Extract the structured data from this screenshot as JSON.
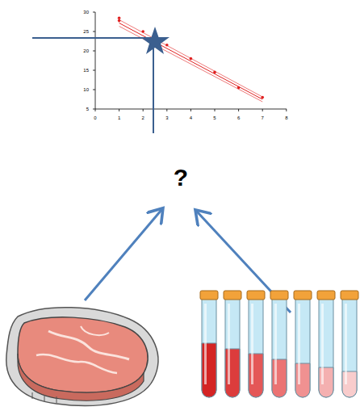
{
  "diagram": {
    "labels": [
      "30",
      "25",
      "20",
      "15",
      "10",
      "5",
      "0",
      "1",
      "2",
      "3",
      "4",
      "5",
      "6",
      "7",
      "8",
      "?"
    ]
  }
}
